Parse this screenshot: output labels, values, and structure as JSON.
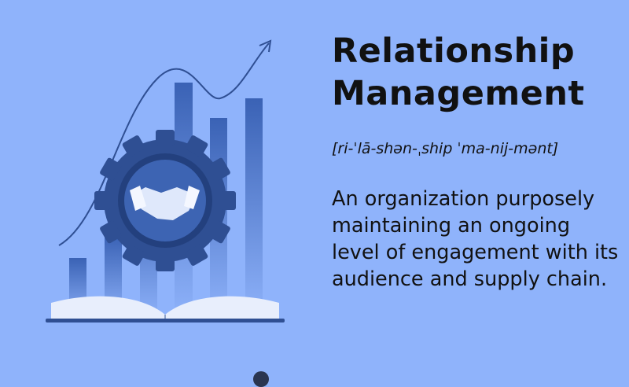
{
  "term": {
    "title_line1": "Relationship",
    "title_line2": "Management",
    "pronunciation": "[ri-ˈlā-shən-ˌship ˈma-nij-mənt]",
    "definition": "An organization purposely maintaining an ongoing level of engagement with its audience and supply chain."
  },
  "illustration": {
    "icons": [
      "bar-chart-icon",
      "trend-arrow-icon",
      "gear-icon",
      "handshake-icon",
      "open-book-icon"
    ],
    "colors": {
      "background": "#8fb3fb",
      "bars": "#3f67b8",
      "gear": "#2f4f93",
      "book": "#e8eefc"
    }
  }
}
